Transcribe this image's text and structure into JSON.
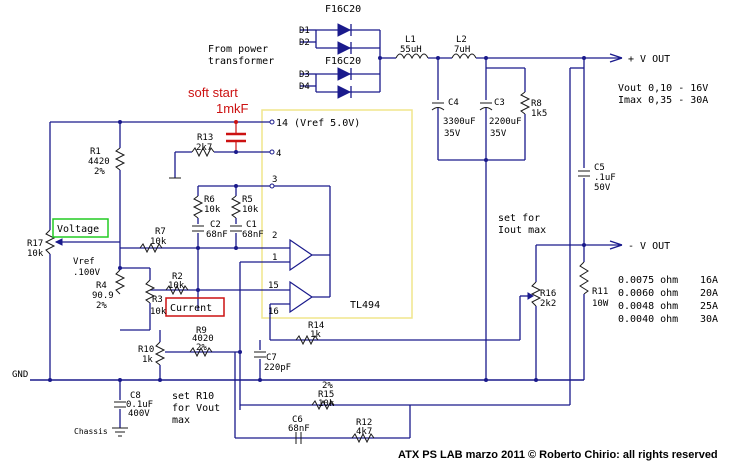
{
  "title": "",
  "rectifier": {
    "upper_part": "F16C20",
    "lower_part": "F16C20",
    "d1": "D1",
    "d2": "D2",
    "d3": "D3",
    "d4": "D4",
    "source_label_line1": "From power",
    "source_label_line2": "transformer"
  },
  "inductors": {
    "l1_name": "L1",
    "l1_value": "55uH",
    "l2_name": "L2",
    "l2_value": "7uH"
  },
  "outputs": {
    "pos_label": "+ V OUT",
    "neg_label": "- V OUT",
    "spec_line1": "Vout 0,10 - 16V",
    "spec_line2": "Imax 0,35 - 30A"
  },
  "capacitors": {
    "c4_name": "C4",
    "c4_value": "3300uF",
    "c4_voltage": "35V",
    "c3_name": "C3",
    "c3_value": "2200uF",
    "c3_voltage": "35V",
    "c5_name": "C5",
    "c5_value": ".1uF",
    "c5_voltage": "50V",
    "c1_name": "C1",
    "c1_value": "68nF",
    "c2_name": "C2",
    "c2_value": "68nF",
    "c7_name": "C7",
    "c7_value": "220pF",
    "c6_name": "C6",
    "c6_value": "68nF",
    "c8_name": "C8",
    "c8_value": "0.1uF",
    "c8_voltage": "400V"
  },
  "resistors": {
    "r8_name": "R8",
    "r8_value": "1k5",
    "r1_name": "R1",
    "r1_value": "4420",
    "r1_tol": "2%",
    "r13_name": "R13",
    "r13_value": "2k7",
    "r6_name": "R6",
    "r6_value": "10k",
    "r5_name": "R5",
    "r5_value": "10k",
    "r7_name": "R7",
    "r7_value": "10k",
    "r17_name": "R17",
    "r17_value": "10k",
    "r4_name": "R4",
    "r4_value": "90.9",
    "r4_tol": "2%",
    "r2_name": "R2",
    "r2_value": "10k",
    "r3_name": "R3",
    "r3_value": "10k",
    "r9_name": "R9",
    "r9_value": "4020",
    "r9_tol": "2%",
    "r10_name": "R10",
    "r10_value": "1k",
    "r14_name": "R14",
    "r14_value": "1k",
    "r16_name": "R16",
    "r16_value": "2k2",
    "r11_name": "R11",
    "r11_value": "10W",
    "r15_name": "R15",
    "r15_value": "10k",
    "r15_tol": "2%",
    "r12_name": "R12",
    "r12_value": "4k7"
  },
  "annotations": {
    "soft_start": "soft start",
    "soft_start_value": "1mkF",
    "voltage_box": "Voltage",
    "current_box": "Current",
    "vref_line1": "Vref",
    "vref_line2": ".100V",
    "set_iout_line1": "set for",
    "set_iout_line2": "Iout max",
    "set_r10_line1": "set R10",
    "set_r10_line2": "for Vout",
    "set_r10_line3": "max",
    "gnd": "GND",
    "chassis": "Chassis"
  },
  "ic": {
    "name": "TL494",
    "pin14_label": "14 (Vref 5.0V)",
    "pin4": "4",
    "pin3": "3",
    "pin2": "2",
    "pin1": "1",
    "pin15": "15",
    "pin16": "16"
  },
  "shunt_table": [
    {
      "ohm": "0.0075 ohm",
      "amp": "16A"
    },
    {
      "ohm": "0.0060 ohm",
      "amp": "20A"
    },
    {
      "ohm": "0.0048 ohm",
      "amp": "25A"
    },
    {
      "ohm": "0.0040 ohm",
      "amp": "30A"
    }
  ],
  "footer": "ATX PS LAB  marzo 2011 © Roberto Chirio: all rights reserved"
}
